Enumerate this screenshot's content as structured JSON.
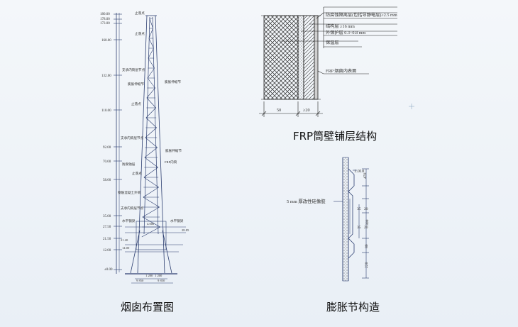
{
  "captions": {
    "chimney_layout": "烟囱布置图",
    "frp_structure": "FRP筒壁铺层结构",
    "expansion_joint": "膨胀节构造"
  },
  "frp_layers": {
    "layer_anticorrosion": "防腐蚀隔离层(包括导静电层)≥2.5 mm",
    "layer_structural": "结构层 ≥16 mm",
    "layer_outer_protection": "外保护层 0.3~0.8 mm",
    "layer_insulation": "保温层",
    "inner_surface": "FRP 烟囱内表面",
    "dim_left": "50",
    "dim_right": "≥20"
  },
  "expansion": {
    "label_rubber": "5 mm 厚改性硅像胶",
    "dim_top": "1.010",
    "dims": [
      "470",
      "35",
      "20",
      "300",
      "35",
      "20",
      "80",
      "220"
    ]
  },
  "chimney": {
    "elevations": [
      "180.00",
      "178.00",
      "173.00",
      "160.00",
      "132.00",
      "110.00",
      "92.00",
      "70.00",
      "58.00",
      "35.00",
      "27.50",
      "21.50",
      "12.00",
      "±0.00"
    ],
    "labels": {
      "lbl_a": "止落点",
      "lbl_b": "止落点",
      "lbl_c": "支承内筒层节点",
      "lbl_d": "膨胀伸缩节",
      "lbl_e": "膨胀伸缩节",
      "lbl_f": "止落点",
      "lbl_g": "支承内筒层节点",
      "lbl_h": "膨胀伸缩节",
      "lbl_i": "防腐蚀层",
      "lbl_j": "FRP内筒",
      "lbl_k": "止落点",
      "lbl_l": "钢筋混凝土外筒",
      "lbl_m": "支承内筒层节点",
      "lbl_n": "水平钢梁",
      "lbl_o": "水平钢梁",
      "lbl_p": "28.85",
      "lbl_q": "4.000",
      "lbl_r": "21.20",
      "lbl_s": "14.00"
    },
    "base_dims": [
      "1 200",
      "1 200",
      "9 850",
      "9 850"
    ]
  }
}
